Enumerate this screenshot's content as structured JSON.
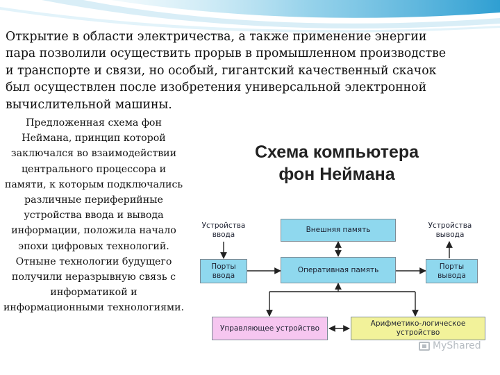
{
  "intro_text": "Открытие в области электричества, а также применение энергии пара позволили осуществить прорыв в промышленном производстве и транспорте и связи, но особый, гигантский качественный скачок был осуществлен после изобретения универсальной электронной вычислительной машины.",
  "left_paragraph_1": "Предложенная схема фон Неймана, принцип которой заключался во взаимодействии центрального процессора и памяти, к которым подключались различные периферийные устройства ввода и вывода информации, положила начало эпохи цифровых технологий.",
  "left_paragraph_2": "Отныне технологии будущего получили неразрывную связь с информатикой и информационными технологиями.",
  "diagram": {
    "title_line_1": "Схема компьютера",
    "title_line_2": "фон Неймана",
    "nodes": {
      "input_devices": "Устройства ввода",
      "external_memory": "Внешняя память",
      "output_devices": "Устройства вывода",
      "input_ports": "Порты ввода",
      "ram": "Оперативная память",
      "output_ports": "Порты вывода",
      "control_unit": "Управляющее устройство",
      "alu": "Арифметико-логическое устройство"
    },
    "colors": {
      "cyan": "#8fd8ee",
      "pink": "#f6c6f0",
      "yellow": "#f2f29a"
    }
  },
  "watermark": "MyShared"
}
